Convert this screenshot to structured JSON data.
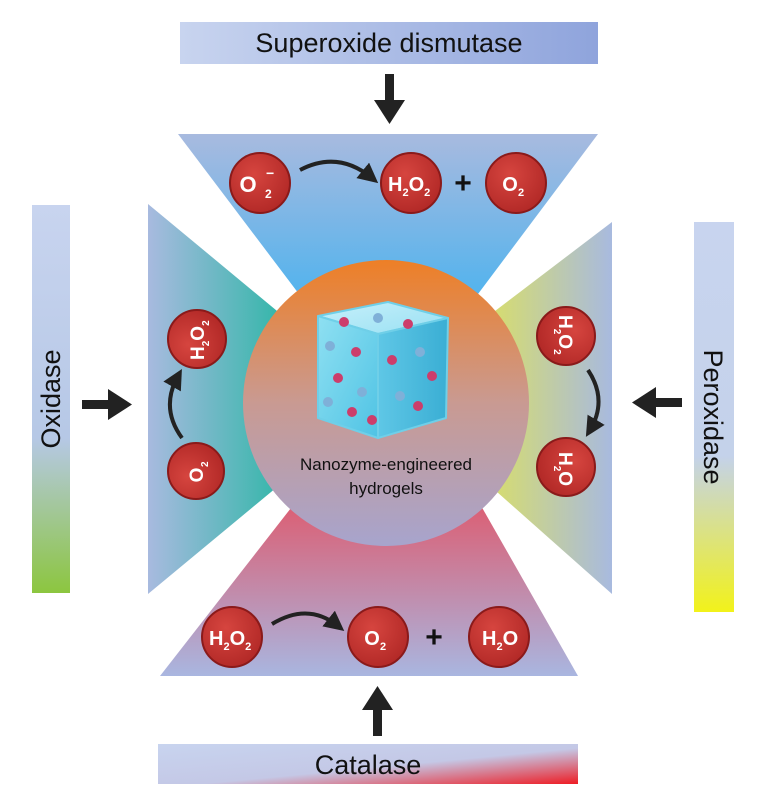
{
  "enzymes": {
    "top": "Superoxide dismutase",
    "left": "Oxidase",
    "right": "Peroxidase",
    "bottom": "Catalase"
  },
  "center": {
    "line1": "Nanozyme-engineered",
    "line2": "hydrogels"
  },
  "molecules": {
    "sod_in": {
      "base": "O",
      "sub": "2",
      "sup": "−"
    },
    "sod_out1": {
      "a": "H",
      "a_sub": "2",
      "b": "O",
      "b_sub": "2"
    },
    "sod_out2": {
      "base": "O",
      "sub": "2"
    },
    "ox_in": {
      "base": "O",
      "sub": "2"
    },
    "ox_out": {
      "a": "H",
      "a_sub": "2",
      "b": "O",
      "b_sub": "2"
    },
    "per_in": {
      "a": "H",
      "a_sub": "2",
      "b": "O",
      "b_sub": "2"
    },
    "per_out": {
      "a": "H",
      "a_sub": "2",
      "b": "O"
    },
    "cat_in": {
      "a": "H",
      "a_sub": "2",
      "b": "O",
      "b_sub": "2"
    },
    "cat_out1": {
      "base": "O",
      "sub": "2"
    },
    "cat_out2": {
      "a": "H",
      "a_sub": "2",
      "b": "O"
    }
  },
  "plus": "+",
  "colors": {
    "molecule_fill": "#c0302f",
    "molecule_stroke": "#8a1a1a",
    "panel_blue": "#9fb5dd",
    "center_top": "#e8822c",
    "center_bottom": "#a9a4c8",
    "cube": "#7cd7ee",
    "dot": "#cc3d6b"
  }
}
